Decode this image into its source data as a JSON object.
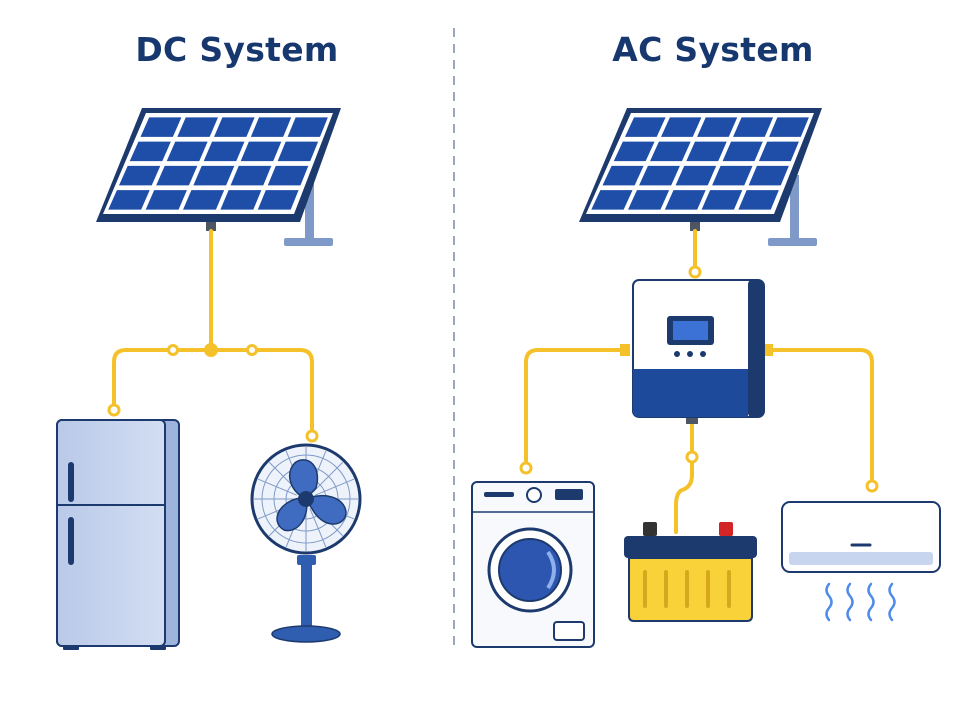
{
  "dc_system": {
    "title": "DC System",
    "components": [
      "solar-panel",
      "refrigerator",
      "pedestal-fan"
    ]
  },
  "ac_system": {
    "title": "AC System",
    "components": [
      "solar-panel",
      "inverter",
      "washing-machine",
      "battery",
      "air-conditioner"
    ]
  },
  "colors": {
    "title": "#17386e",
    "panel_cell": "#1e4ea8",
    "frame": "#1d3a6e",
    "wire": "#f5c12a",
    "appliance_light": "#c7d5ee",
    "battery": "#f9d23a",
    "terminal_negative": "#333333",
    "terminal_positive": "#d32525",
    "divider": "#7b8aa6"
  }
}
